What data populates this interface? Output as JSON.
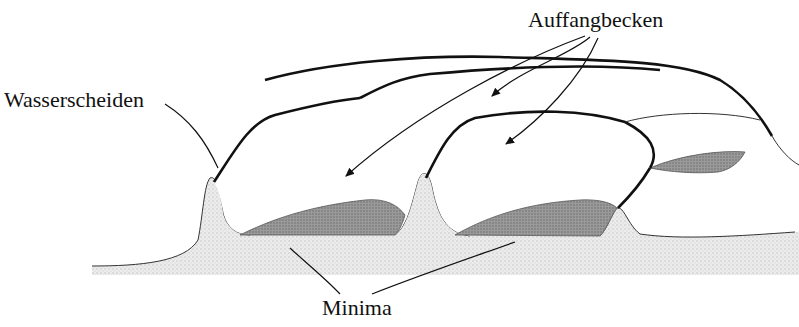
{
  "diagram": {
    "labels": [
      "Auffangbecken",
      "Wasserscheiden",
      "Minima"
    ]
  }
}
